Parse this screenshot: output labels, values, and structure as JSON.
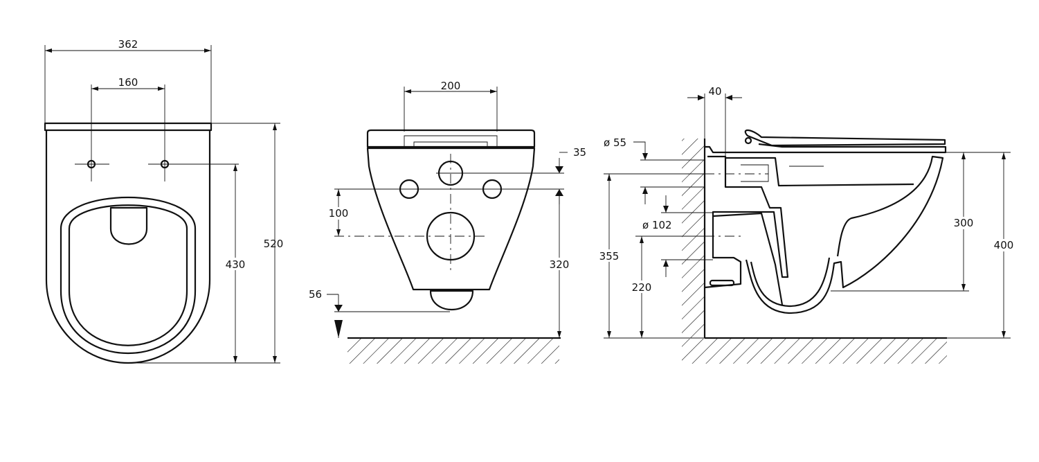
{
  "top_view": {
    "width_overall": "362",
    "fixing_spacing": "160",
    "depth_overall": "520",
    "fixing_to_front": "430"
  },
  "front_view": {
    "frame_width": "200",
    "inlet_offset": "35",
    "outlet_offset": "100",
    "outlet_height": "320",
    "bottom_clearance": "56"
  },
  "side_view": {
    "wall_offset": "40",
    "inlet_diameter": "ø 55",
    "inlet_height": "355",
    "outlet_diameter": "ø 102",
    "outlet_height": "220",
    "bowl_depth": "300",
    "rim_height": "400"
  },
  "colors": {
    "line": "#111111",
    "background": "#ffffff"
  }
}
